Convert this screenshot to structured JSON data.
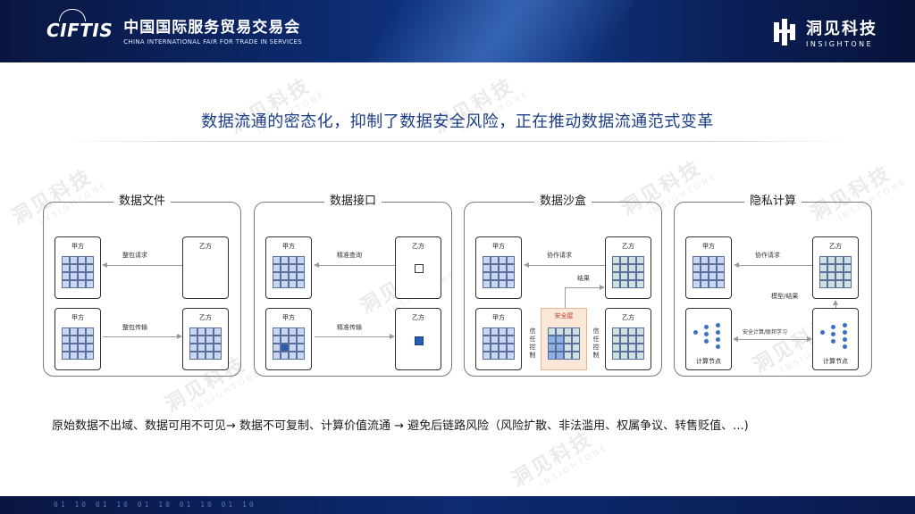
{
  "header": {
    "ciftis_logo": "CIFTIS",
    "fair_name_cn": "中国国际服务贸易交易会",
    "fair_name_en": "CHINA INTERNATIONAL FAIR FOR TRADE IN SERVICES",
    "brand_cn": "洞见科技",
    "brand_en": "INSIGHTONE"
  },
  "watermark": {
    "cn": "洞见科技",
    "en": "INSIGHTONE"
  },
  "title": "数据流通的密态化，抑制了数据安全风险，正在推动数据流通范式变革",
  "panels": [
    {
      "title": "数据文件",
      "party_a": "甲方",
      "party_b": "乙方",
      "top_arrow": "整包请求",
      "bottom_arrow": "整包传输"
    },
    {
      "title": "数据接口",
      "party_a": "甲方",
      "party_b": "乙方",
      "top_arrow": "精准查询",
      "bottom_arrow": "精准传输"
    },
    {
      "title": "数据沙盒",
      "party_a": "甲方",
      "party_b": "乙方",
      "top_arrow": "协作请求",
      "result_label": "结果",
      "safe_label": "安全屋",
      "trust_left": "信任控制",
      "trust_right": "信任控制"
    },
    {
      "title": "隐私计算",
      "party_a": "甲方",
      "party_b": "乙方",
      "top_arrow": "协作请求",
      "model_label": "模型/结果",
      "bottom_arrow": "安全计算/联邦学习",
      "node_label": "计算节点"
    }
  ],
  "bottom_text": "原始数据不出域、数据可用不可见→ 数据不可复制、计算价值流通  →  避免后链路风险（风险扩散、非法滥用、权属争议、转售贬值、...)",
  "footer_bits": "01 10 01 10 01 10 01 10 01 10",
  "colors": {
    "header_bg": "#0c2a6e",
    "title_blue": "#1b3e86",
    "grid_blue": "#c8d6f2",
    "grid_teal": "#cfe0e0",
    "grid_dark": "#2a5cb0",
    "safe_room": "#fbe7d8",
    "node_dot": "#3d6fc4"
  }
}
